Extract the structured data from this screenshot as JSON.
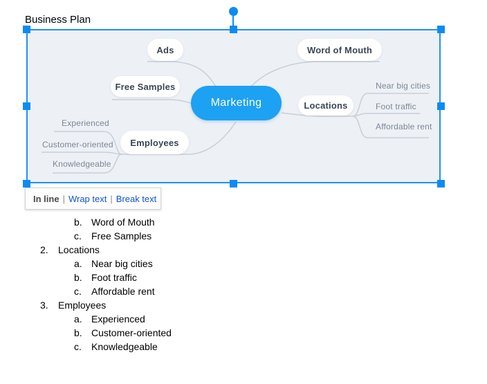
{
  "document": {
    "heading": "Business Plan",
    "list": [
      {
        "marker": "b.",
        "text": "Word of Mouth",
        "level": 2
      },
      {
        "marker": "c.",
        "text": "Free Samples",
        "level": 2
      },
      {
        "marker": "2.",
        "text": "Locations",
        "level": 1
      },
      {
        "marker": "a.",
        "text": "Near big cities",
        "level": 2
      },
      {
        "marker": "b.",
        "text": "Foot traffic",
        "level": 2
      },
      {
        "marker": "c.",
        "text": "Affordable rent",
        "level": 2
      },
      {
        "marker": "3.",
        "text": "Employees",
        "level": 1
      },
      {
        "marker": "a.",
        "text": "Experienced",
        "level": 2
      },
      {
        "marker": "b.",
        "text": "Customer-oriented",
        "level": 2
      },
      {
        "marker": "c.",
        "text": "Knowledgeable",
        "level": 2
      }
    ]
  },
  "image_toolbar": {
    "separator": "|",
    "options": [
      {
        "label": "In line",
        "selected": true
      },
      {
        "label": "Wrap text",
        "selected": false
      },
      {
        "label": "Break text",
        "selected": false
      }
    ]
  },
  "mindmap": {
    "root": {
      "label": "Marketing"
    },
    "branches": [
      {
        "label": "Ads",
        "children": []
      },
      {
        "label": "Word of Mouth",
        "children": []
      },
      {
        "label": "Free Samples",
        "children": []
      },
      {
        "label": "Locations",
        "children": [
          "Near big cities",
          "Foot traffic",
          "Affordable rent"
        ]
      },
      {
        "label": "Employees",
        "children": [
          "Experienced",
          "Customer-oriented",
          "Knowledgeable"
        ]
      }
    ],
    "colors": {
      "canvas_bg": "#edf1f6",
      "root_fill": "#1da1f2",
      "root_text": "#ffffff",
      "node_text": "#3a4653",
      "child_text": "#7b8694",
      "branch_line": "#c9ced7"
    }
  },
  "selection": {
    "border_color": "#1e8fff",
    "handle_color": "#0d8bf2"
  }
}
